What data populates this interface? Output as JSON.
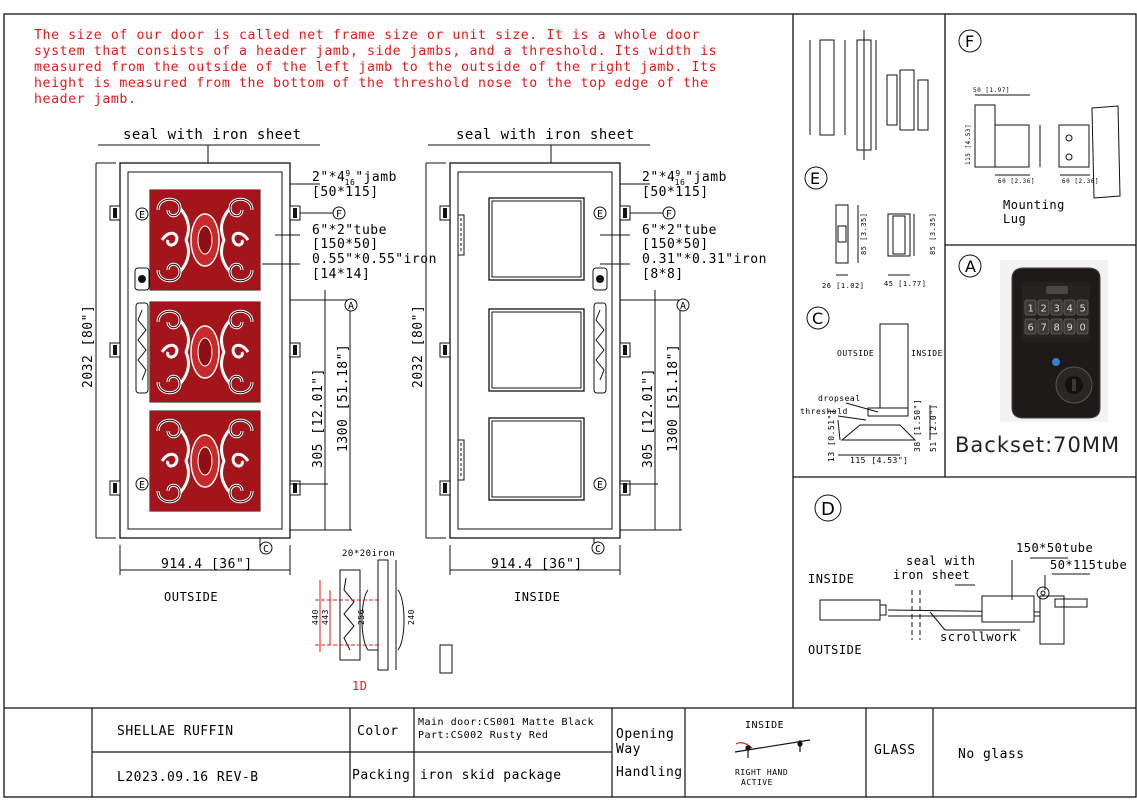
{
  "intro_text": "The size of our door is called net frame size or unit size. It is a whole door system that consists of a header jamb, side jambs, and a threshold. Its width is measured from the outside of the left jamb to the outside of the right jamb. Its height is measured from the bottom of the threshold nose to the top edge of the header jamb.",
  "outside_view": {
    "top_label": "seal with iron sheet",
    "jamb": "2\"*4",
    "jamb_frac_num": "9",
    "jamb_frac_den": "16",
    "jamb_suffix": "\"jamb",
    "jamb_mm": "[50*115]",
    "tube": "6\"*2\"tube",
    "tube_mm": "[150*50]",
    "iron": "0.55\"*0.55\"iron",
    "iron_mm": "[14*14]",
    "height": "2032 [80\"]",
    "dim_305": "305 [12.01\"]",
    "dim_1300": "1300 [51.18\"]",
    "width": "914.4 [36\"]",
    "caption": "OUTSIDE",
    "marker_f": "F",
    "marker_a": "A",
    "marker_c": "C"
  },
  "inside_view": {
    "top_label": "seal with iron sheet",
    "jamb": "2\"*4",
    "jamb_frac_num": "9",
    "jamb_frac_den": "16",
    "jamb_suffix": "\"jamb",
    "jamb_mm": "[50*115]",
    "tube": "6\"*2\"tube",
    "tube_mm": "[150*50]",
    "iron": "0.31\"*0.31\"iron",
    "iron_mm": "[8*8]",
    "height": "2032 [80\"]",
    "dim_305": "305 [12.01\"]",
    "dim_1300": "1300 [51.18\"]",
    "width": "914.4 [36\"]",
    "caption": "INSIDE",
    "marker_f": "F",
    "marker_a": "A",
    "marker_c": "C"
  },
  "handle_detail": {
    "iron_label": "20*20iron",
    "dim_a": "440",
    "dim_b": "443",
    "dim_c": "256",
    "dim_d": "240",
    "tag": "1D"
  },
  "panel_e": {
    "marker": "E",
    "dim_a": "26 [1.02]",
    "dim_b": "85 [3.35]",
    "dim_c": "45 [1.77]",
    "dim_d": "85 [3.35]"
  },
  "panel_f": {
    "marker": "F",
    "dim_a": "50 [1.97]",
    "dim_b": "115 [4.53]",
    "dim_c": "60 [2.36]",
    "dim_d": "60 [2.36]",
    "caption_1": "Mounting",
    "caption_2": "Lug"
  },
  "panel_c": {
    "marker": "C",
    "outside": "OUTSIDE",
    "inside": "INSIDE",
    "dropseal": "dropseal",
    "threshold": "threshold",
    "dim_width": "115 [4.53\"]",
    "dim_13": "13 [0.51\"]",
    "dim_38": "38 [1.50\"]",
    "dim_51": "51 [2.0\"]"
  },
  "panel_a": {
    "marker": "A",
    "keypad_keys": [
      "1",
      "2",
      "3",
      "4",
      "5",
      "6",
      "7",
      "8",
      "9",
      "0"
    ],
    "caption": "Backset:70MM"
  },
  "panel_d": {
    "marker": "D",
    "inside": "INSIDE",
    "outside": "OUTSIDE",
    "seal_1": "seal with",
    "seal_2": "iron sheet",
    "scroll": "scrollwork",
    "tube_a": "150*50tube",
    "tube_b": "50*115tube"
  },
  "title_block": {
    "customer": "SHELLAE RUFFIN",
    "revision": "L2023.09.16 REV-B",
    "color_label": "Color",
    "color_line_1": "Main door:CS001 Matte Black",
    "color_line_2": "Part:CS002 Rusty Red",
    "packing_label": "Packing",
    "packing_value": "iron skid package",
    "opening_label_1": "Opening",
    "opening_label_2": "Way",
    "opening_label_3": "Handling",
    "swing_inside": "INSIDE",
    "swing_line_1": "RIGHT HAND",
    "swing_line_2": "ACTIVE",
    "glass_label": "GLASS",
    "glass_value": "No glass"
  },
  "colors": {
    "accent_red": "#e01b1b",
    "panel_red": "#a3151b",
    "line": "#111111"
  }
}
